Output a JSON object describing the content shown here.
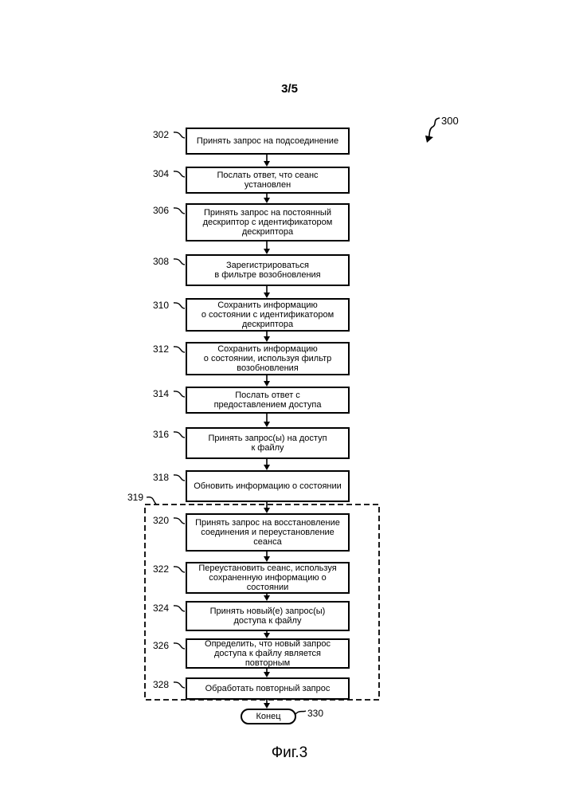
{
  "sheet_number": "3/5",
  "figure_ref": "300",
  "group_ref": "319",
  "steps": [
    {
      "num": "302",
      "text": "Принять запрос на подсоединение"
    },
    {
      "num": "304",
      "text": "Послать ответ, что сеанс\nустановлен"
    },
    {
      "num": "306",
      "text": "Принять запрос на постоянный\nдескриптор с идентификатором\nдескриптора"
    },
    {
      "num": "308",
      "text": "Зарегистрироваться\nв фильтре возобновления"
    },
    {
      "num": "310",
      "text": "Сохранить информацию\nо состоянии с идентификатором\nдескриптора"
    },
    {
      "num": "312",
      "text": "Сохранить информацию\nо состоянии, используя фильтр\nвозобновления"
    },
    {
      "num": "314",
      "text": "Послать ответ с\nпредоставлением доступа"
    },
    {
      "num": "316",
      "text": "Принять запрос(ы) на доступ\nк файлу"
    },
    {
      "num": "318",
      "text": "Обновить информацию о состоянии"
    },
    {
      "num": "320",
      "text": "Принять запрос на восстановление\nсоединения и переустановление\nсеанса"
    },
    {
      "num": "322",
      "text": "Переустановить сеанс, используя\nсохраненную информацию о\nсостоянии"
    },
    {
      "num": "324",
      "text": "Принять новый(е) запрос(ы)\nдоступа к файлу"
    },
    {
      "num": "326",
      "text": "Определить, что новый запрос\nдоступа к файлу является\nповторным"
    },
    {
      "num": "328",
      "text": "Обработать повторный запрос"
    }
  ],
  "end": {
    "num": "330",
    "text": "Конец"
  },
  "caption": "Фиг.3"
}
